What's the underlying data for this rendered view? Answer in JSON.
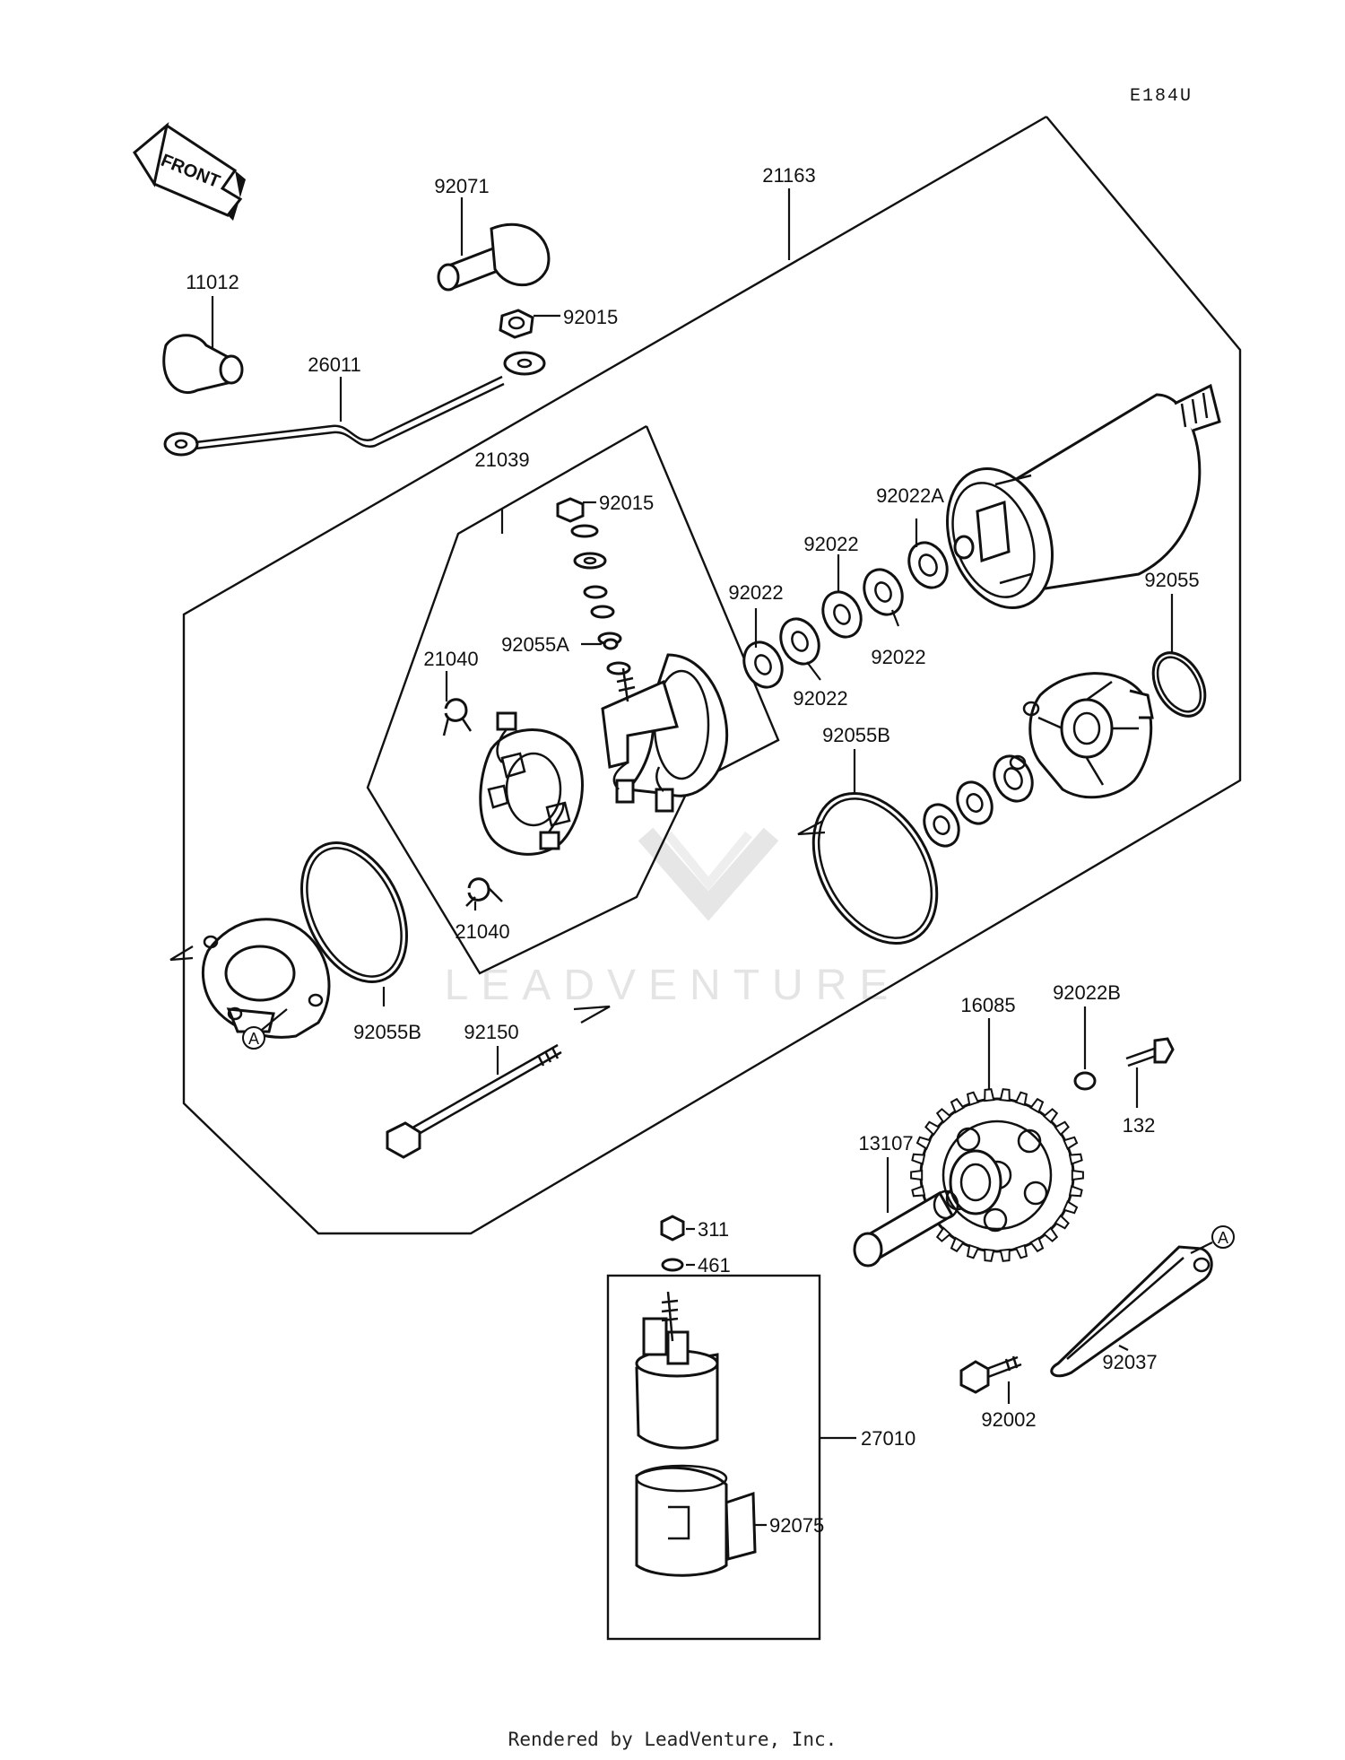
{
  "diagram": {
    "code": "E184U",
    "front_label": "FRONT",
    "watermark": "LEADVENTURE",
    "footer": "Rendered by LeadVenture, Inc.",
    "circle_ref": "A",
    "parts": [
      {
        "id": "p-21163",
        "number": "21163"
      },
      {
        "id": "p-92071",
        "number": "92071"
      },
      {
        "id": "p-92015-top",
        "number": "92015"
      },
      {
        "id": "p-11012",
        "number": "11012"
      },
      {
        "id": "p-26011",
        "number": "26011"
      },
      {
        "id": "p-21039",
        "number": "21039"
      },
      {
        "id": "p-92015-brush",
        "number": "92015"
      },
      {
        "id": "p-92022A",
        "number": "92022A"
      },
      {
        "id": "p-92022-a",
        "number": "92022"
      },
      {
        "id": "p-92022-b",
        "number": "92022"
      },
      {
        "id": "p-92022-c",
        "number": "92022"
      },
      {
        "id": "p-92022-d",
        "number": "92022"
      },
      {
        "id": "p-92055",
        "number": "92055"
      },
      {
        "id": "p-92055A",
        "number": "92055A"
      },
      {
        "id": "p-21040-top",
        "number": "21040"
      },
      {
        "id": "p-21040-bottom",
        "number": "21040"
      },
      {
        "id": "p-92055B-right",
        "number": "92055B"
      },
      {
        "id": "p-92055B-left",
        "number": "92055B"
      },
      {
        "id": "p-92150",
        "number": "92150"
      },
      {
        "id": "p-16085",
        "number": "16085"
      },
      {
        "id": "p-92022B",
        "number": "92022B"
      },
      {
        "id": "p-132",
        "number": "132"
      },
      {
        "id": "p-13107",
        "number": "13107"
      },
      {
        "id": "p-311",
        "number": "311"
      },
      {
        "id": "p-461",
        "number": "461"
      },
      {
        "id": "p-27010",
        "number": "27010"
      },
      {
        "id": "p-92075",
        "number": "92075"
      },
      {
        "id": "p-92037",
        "number": "92037"
      },
      {
        "id": "p-92002",
        "number": "92002"
      }
    ]
  }
}
